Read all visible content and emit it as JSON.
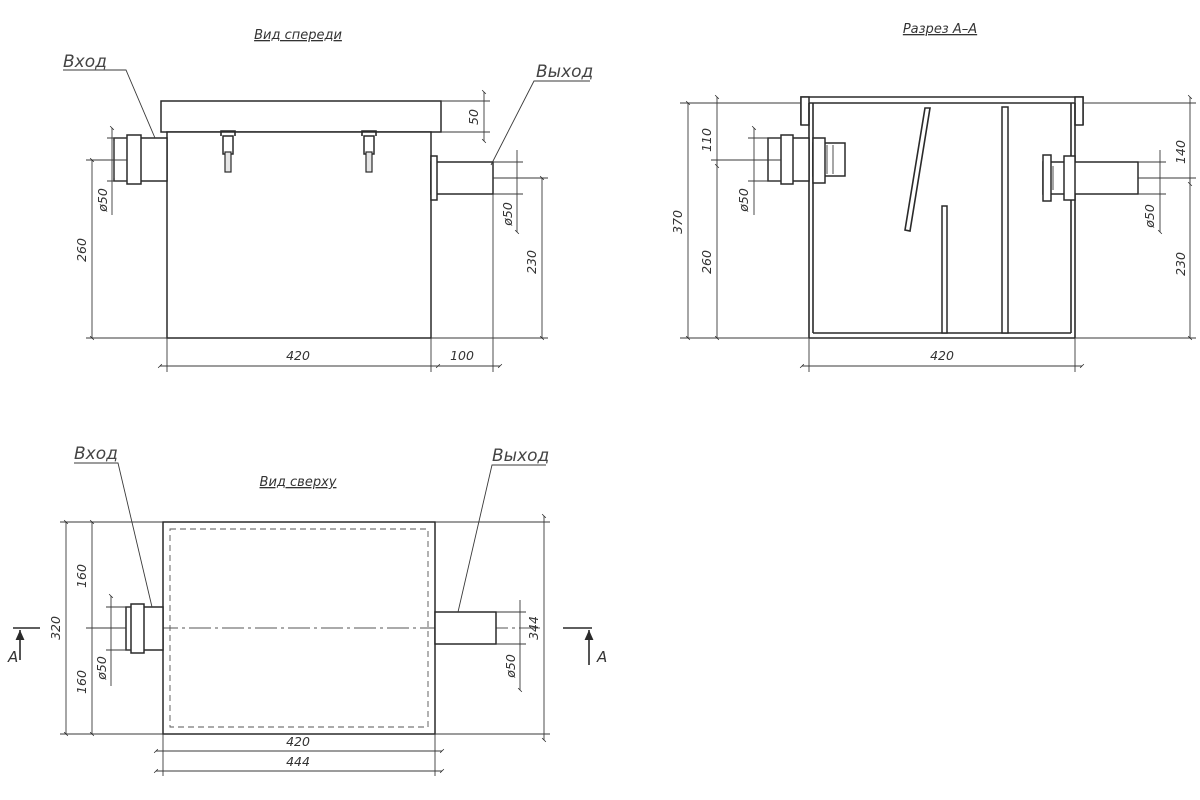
{
  "views": {
    "front_title": "Вид спереди",
    "section_title": "Разрез А–А",
    "top_title": "Вид сверху"
  },
  "labels": {
    "inlet": "Вход",
    "outlet": "Выход",
    "section_mark": "А"
  },
  "front_dims": {
    "lid_height": "50",
    "inlet_dia": "ø50",
    "inlet_height": "260",
    "outlet_dia": "ø50",
    "outlet_height": "230",
    "width": "420",
    "outlet_length": "100"
  },
  "section_dims": {
    "total_height": "370",
    "inlet_from_top": "110",
    "inlet_dia": "ø50",
    "inlet_height": "260",
    "outlet_from_top": "140",
    "outlet_dia": "ø50",
    "outlet_height": "230",
    "width": "420"
  },
  "top_dims": {
    "depth": "320",
    "half_top": "160",
    "half_bottom": "160",
    "inlet_dia": "ø50",
    "outlet_dia": "ø50",
    "overall_depth": "344",
    "width": "420",
    "overall_width": "444"
  }
}
